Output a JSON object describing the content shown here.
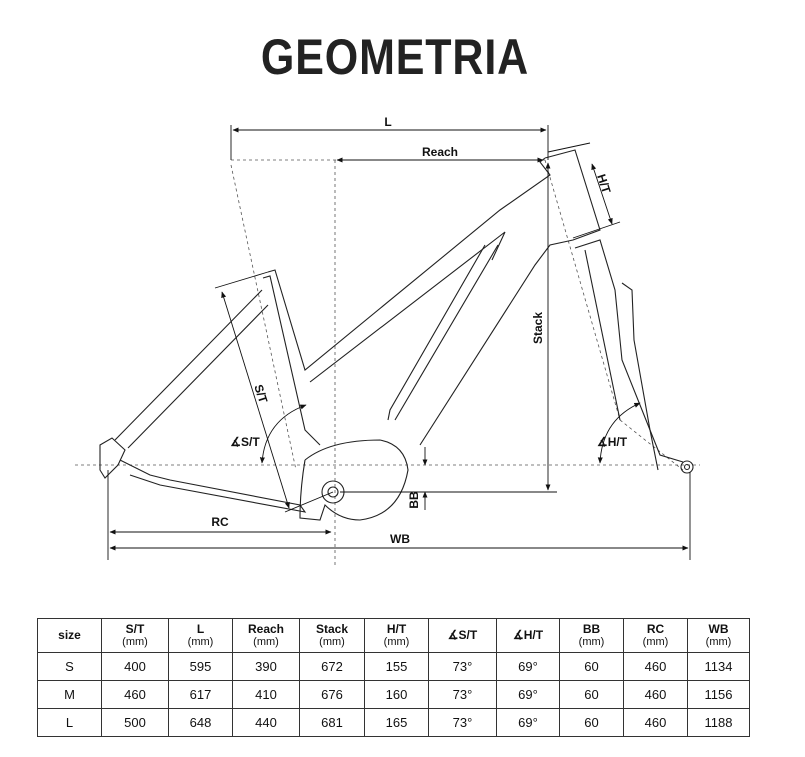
{
  "title": "GEOMETRIA",
  "diagram": {
    "labels": {
      "L": "L",
      "reach": "Reach",
      "stack": "Stack",
      "ht": "H/T",
      "st": "S/T",
      "st_angle": "∡S/T",
      "ht_angle": "∡H/T",
      "bb": "BB",
      "rc": "RC",
      "wb": "WB"
    }
  },
  "table": {
    "headers": [
      {
        "label": "size",
        "unit": ""
      },
      {
        "label": "S/T",
        "unit": "(mm)"
      },
      {
        "label": "L",
        "unit": "(mm)"
      },
      {
        "label": "Reach",
        "unit": "(mm)"
      },
      {
        "label": "Stack",
        "unit": "(mm)"
      },
      {
        "label": "H/T",
        "unit": "(mm)"
      },
      {
        "label": "∡S/T",
        "unit": ""
      },
      {
        "label": "∡H/T",
        "unit": ""
      },
      {
        "label": "BB",
        "unit": "(mm)"
      },
      {
        "label": "RC",
        "unit": "(mm)"
      },
      {
        "label": "WB",
        "unit": "(mm)"
      }
    ],
    "rows": [
      [
        "S",
        "400",
        "595",
        "390",
        "672",
        "155",
        "73°",
        "69°",
        "60",
        "460",
        "1134"
      ],
      [
        "M",
        "460",
        "617",
        "410",
        "676",
        "160",
        "73°",
        "69°",
        "60",
        "460",
        "1156"
      ],
      [
        "L",
        "500",
        "648",
        "440",
        "681",
        "165",
        "73°",
        "69°",
        "60",
        "460",
        "1188"
      ]
    ]
  }
}
